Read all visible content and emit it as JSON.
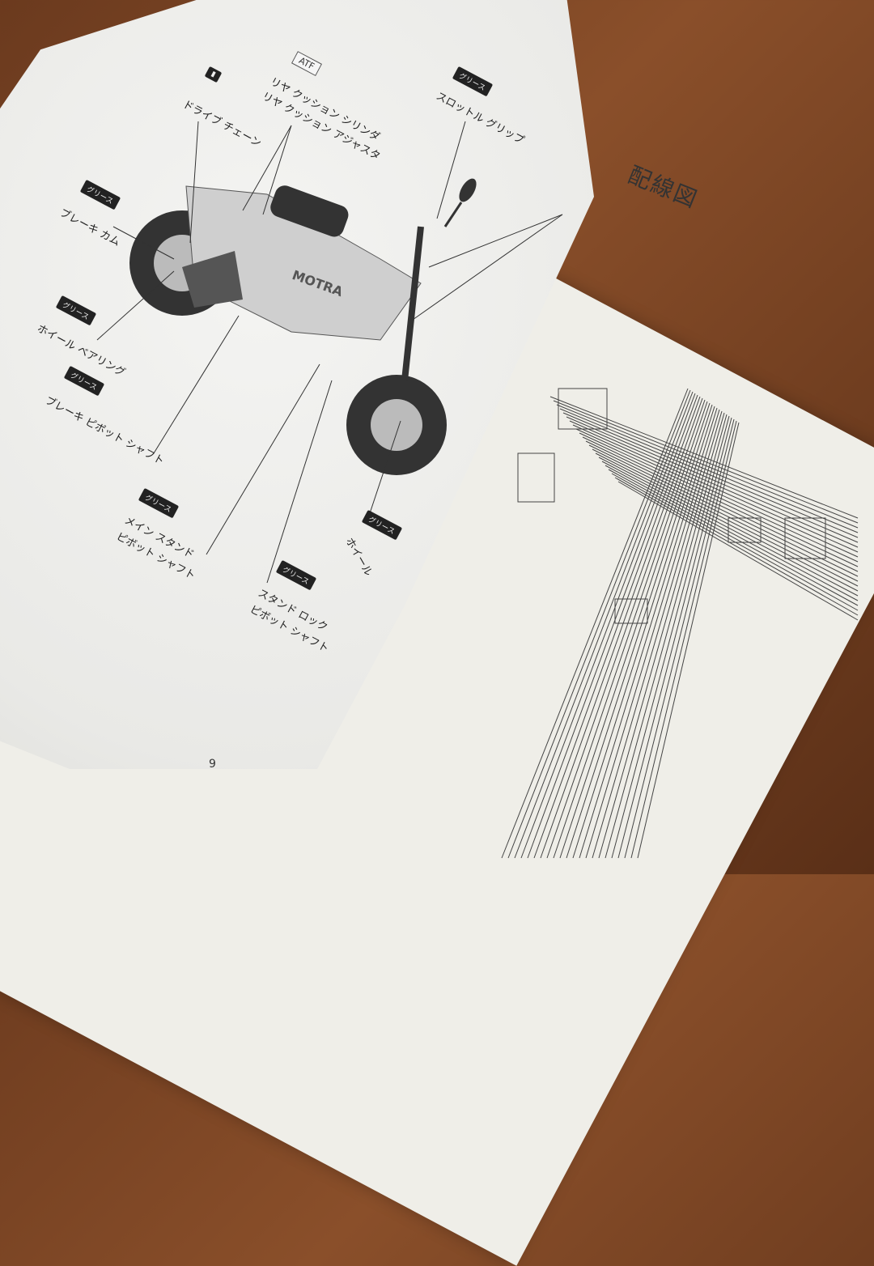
{
  "left_page": {
    "labels": [
      {
        "name": "drive-chain",
        "tag": "",
        "text": "ドライブ チェーン"
      },
      {
        "name": "rear-cushion",
        "tag": "ATF",
        "text": "リヤ クッション シリンダ"
      },
      {
        "name": "rear-cushion-adjuster",
        "tag": "",
        "text": "リヤ クッション アジャスタ"
      },
      {
        "name": "throttle-grip",
        "tag": "グリース",
        "text": "スロットル グリップ"
      },
      {
        "name": "brake-cam",
        "tag": "グリース",
        "text": "ブレーキ カム"
      },
      {
        "name": "wheel-bearing",
        "tag": "グリース",
        "text": "ホイール ベアリング"
      },
      {
        "name": "brake-pivot-shaft",
        "tag": "グリース",
        "text": "ブレーキ ピボット シャフト"
      },
      {
        "name": "main-stand",
        "tag": "グリース",
        "text": "メイン スタンド"
      },
      {
        "name": "main-stand-pivot",
        "tag": "",
        "text": "ピボット シャフト"
      },
      {
        "name": "stand-lock",
        "tag": "グリース",
        "text": "スタンド ロック"
      },
      {
        "name": "stand-lock-pivot",
        "tag": "",
        "text": "ピボット シャフト"
      },
      {
        "name": "wheel-front",
        "tag": "グリース",
        "text": "ホイール"
      }
    ],
    "bike_logo": "MOTRA",
    "page_number": "9"
  },
  "right_page": {
    "title": "配線図"
  },
  "colors": {
    "wood": "#7a4424",
    "paper": "#efeee8",
    "ink": "#222222"
  }
}
